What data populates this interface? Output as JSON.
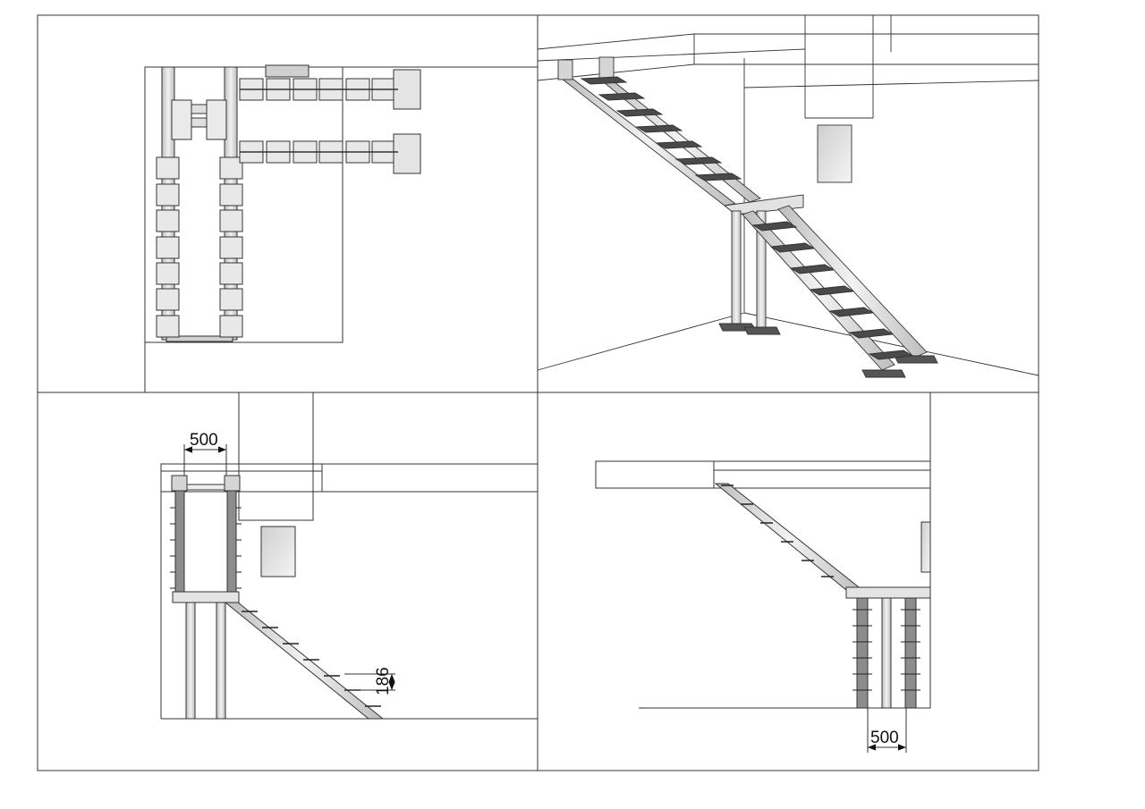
{
  "views": {
    "plan": {},
    "perspective": {},
    "front": {
      "dim_width": "500",
      "dim_rise": "186"
    },
    "side": {
      "dim_width": "500"
    }
  },
  "colors": {
    "line": "#222222",
    "steel": "#d9d9d9",
    "steel_dark": "#9a9a9a",
    "tread": "#444444",
    "pad": "#e8e8e8"
  }
}
